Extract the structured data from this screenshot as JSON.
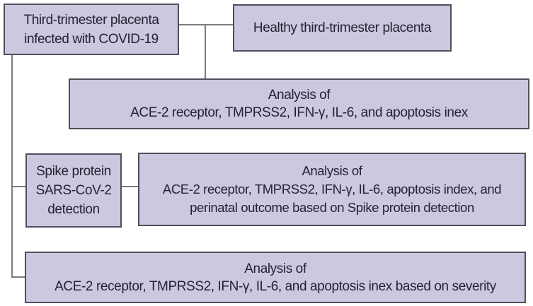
{
  "figure": {
    "type": "flowchart",
    "description": "Study design flowchart for COVID-19 infected third-trimester placenta analysis"
  },
  "colors": {
    "node_fill": "#cbc8e0",
    "node_border": "#514e5c",
    "connector": "#7d7d7d",
    "text": "#282134",
    "background": "#ffffff"
  },
  "nodes": [
    {
      "id": "infected-placenta",
      "lines": [
        "Third-trimester placenta",
        "infected with COVID-19"
      ]
    },
    {
      "id": "healthy-placenta",
      "lines": [
        "Healthy third-trimester placenta"
      ]
    },
    {
      "id": "analysis-main",
      "lines": [
        "Analysis of",
        "ACE-2 receptor, TMPRSS2, IFN-γ, IL-6, and apoptosis inex"
      ]
    },
    {
      "id": "spike-detection",
      "lines": [
        "Spike protein",
        "SARS-CoV-2",
        "detection"
      ]
    },
    {
      "id": "analysis-spike",
      "lines": [
        "Analysis of",
        "ACE-2 receptor, TMPRSS2, IFN-γ, IL-6, apoptosis index, and",
        "perinatal outcome based on Spike protein detection"
      ]
    },
    {
      "id": "analysis-severity",
      "lines": [
        "Analysis of",
        "ACE-2 receptor, TMPRSS2, IFN-γ, IL-6, and apoptosis inex based on severity"
      ]
    }
  ]
}
